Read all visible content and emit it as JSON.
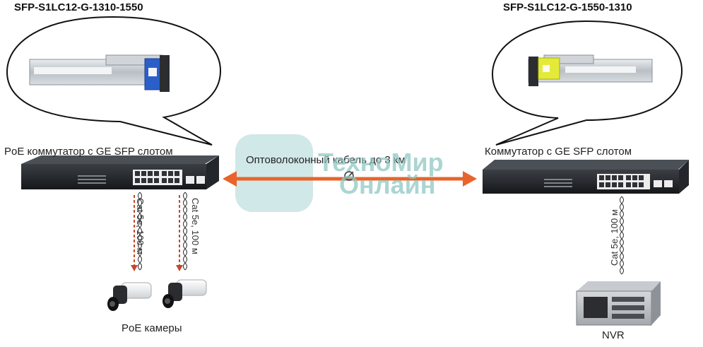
{
  "left": {
    "model": "SFP-S1LC12-G-1310-1550",
    "switch_label": "PoE коммутатор с GE SFP слотом",
    "cable_1": "Cat 5e, 100 м",
    "cable_2": "Cat 5e, 100 м",
    "cameras_label": "PoE камеры"
  },
  "right": {
    "model": "SFP-S1LC12-G-1550-1310",
    "switch_label": "Коммутатор с GE SFP слотом",
    "cable": "Cat 5e, 100 м",
    "nvr_label": "NVR"
  },
  "link_label": "Оптоволоконный кабель до 3 км",
  "watermark": {
    "line1": "ТехноМир",
    "line2": "Онлайн"
  },
  "colors": {
    "arrow": "#e8642b",
    "dashed": "#c8462a",
    "watermark": "#8fc7c4",
    "latch_left": "#2a5fc9",
    "latch_right": "#e4ea3a"
  }
}
